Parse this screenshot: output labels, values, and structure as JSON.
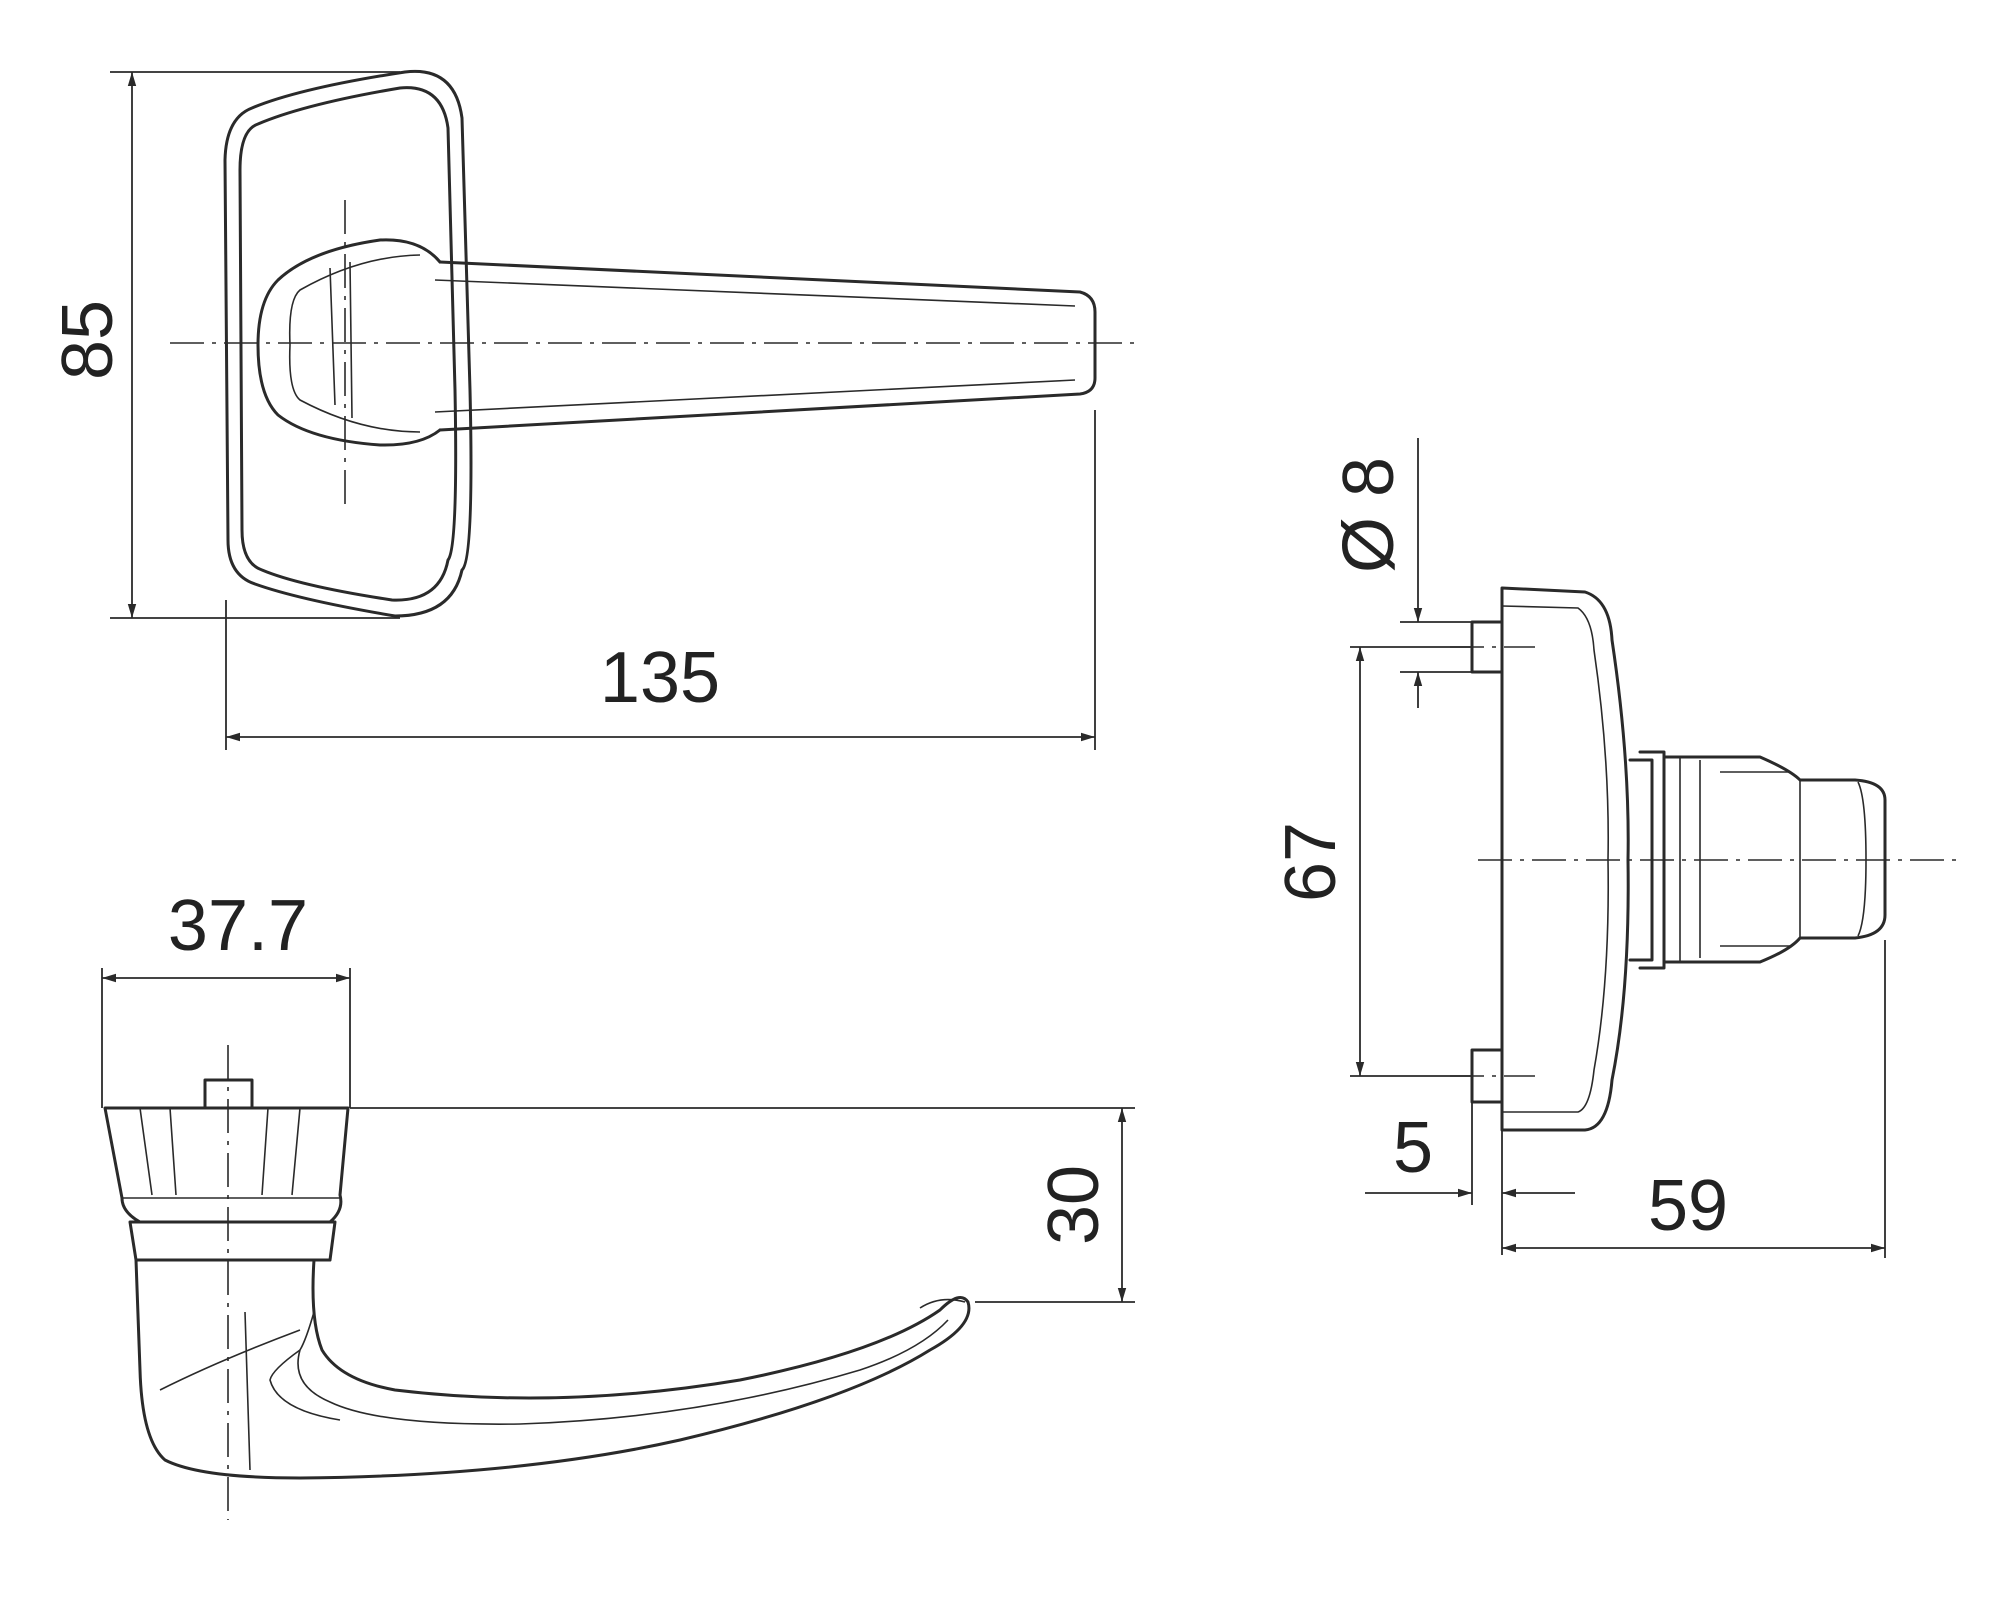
{
  "colors": {
    "line": "#2a2a2a",
    "text": "#222222",
    "background": "#ffffff"
  },
  "dimensions": {
    "height_85": "85",
    "length_135": "135",
    "width_37_7": "37.7",
    "height_30": "30",
    "diameter_8": "Ø 8",
    "spacing_67": "67",
    "offset_5": "5",
    "depth_59": "59"
  }
}
